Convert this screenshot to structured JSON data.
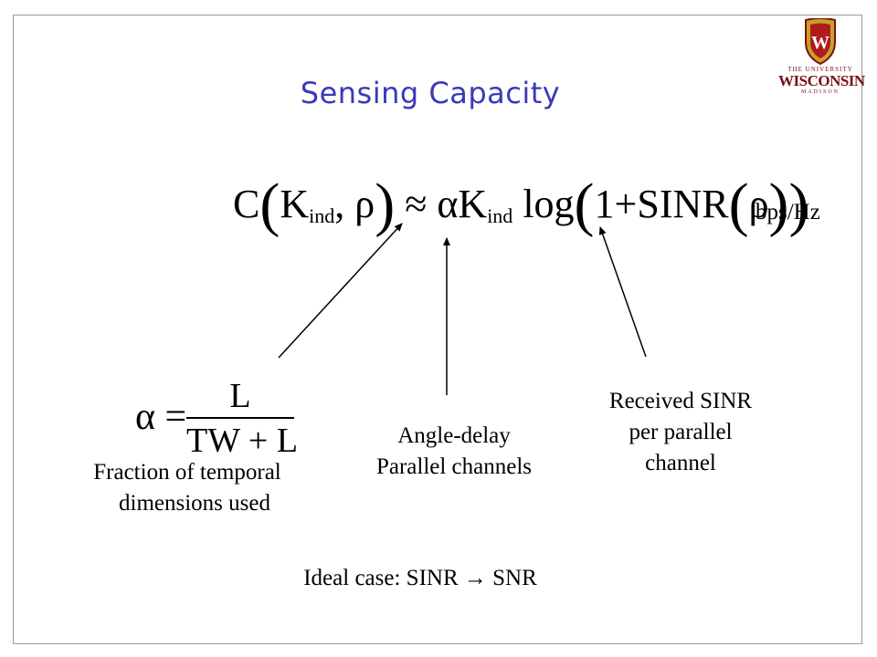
{
  "slide": {
    "title": "Sensing Capacity",
    "units": "bps/Hz",
    "equation": {
      "lhs_C": "C",
      "lhs_K": "K",
      "lhs_sub": "ind",
      "lhs_comma_rho": ", ρ",
      "approx": "≈",
      "alpha_K": "αK",
      "rhs_sub": "ind",
      "log": "log",
      "one_plus_sinr": "1+SINR",
      "rho": "ρ"
    },
    "alpha_definition": {
      "lhs": "α =",
      "numerator": "L",
      "denominator": "TW + L"
    },
    "labels": {
      "fraction_line1": "Fraction of temporal",
      "fraction_line2": "dimensions used",
      "angle_line1": "Angle-delay",
      "angle_line2": "Parallel channels",
      "sinr_line1": "Received SINR",
      "sinr_line2": "per parallel",
      "sinr_line3": "channel"
    },
    "ideal_case": "Ideal case: SINR  →  SNR",
    "logo": {
      "line1": "THE UNIVERSITY",
      "line2": "WISCONSIN",
      "line3": "MADISON",
      "shield_letter": "W"
    }
  }
}
